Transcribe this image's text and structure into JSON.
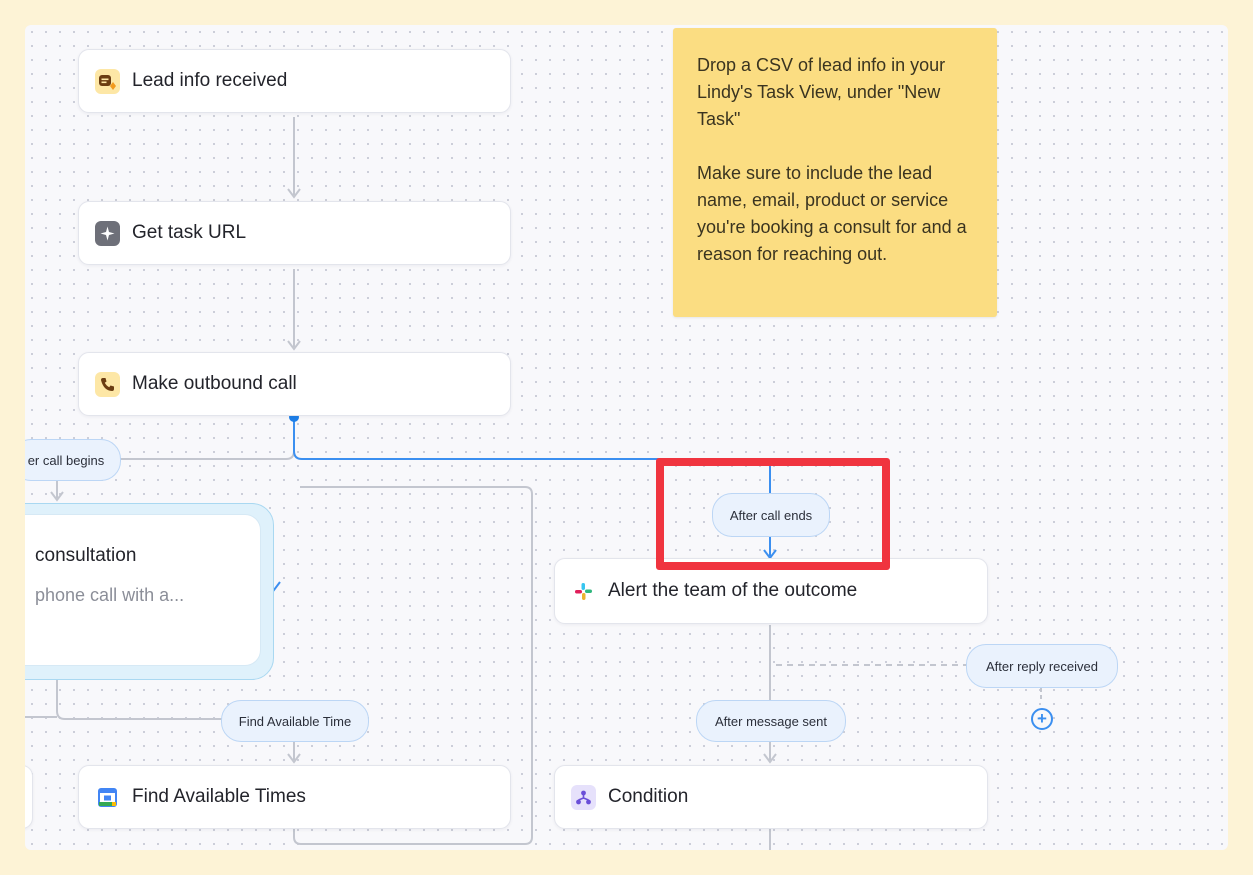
{
  "nodes": {
    "lead_info": "Lead info received",
    "get_task_url": "Get task URL",
    "outbound_call": "Make outbound call",
    "alert_team": "Alert the team of the outcome",
    "find_times": "Find Available Times",
    "condition": "Condition"
  },
  "agent_step": {
    "title": "consultation",
    "description": "phone call with a..."
  },
  "pills": {
    "after_call_begins": "er call begins",
    "after_call_ends": "After call ends",
    "find_available_time": "Find Available Time",
    "after_message_sent": "After message sent",
    "after_reply_received": "After reply received"
  },
  "sticky_note": {
    "paragraph1": "Drop a CSV of lead info in your Lindy's Task View, under \"New Task\"",
    "paragraph2": "Make sure to include the lead name, email, product or service you're booking a consult for and a reason for reaching out."
  },
  "icons": {
    "lead_info": "chat-bubble-icon",
    "get_task_url": "sparkle-icon",
    "outbound_call": "phone-icon",
    "alert_team": "slack-icon",
    "find_times": "google-calendar-icon",
    "condition": "branch-icon",
    "add": "plus-circle-icon"
  },
  "colors": {
    "active_wire": "#3b8ff0",
    "highlight": "#f0343f",
    "note": "#fbdd82"
  }
}
